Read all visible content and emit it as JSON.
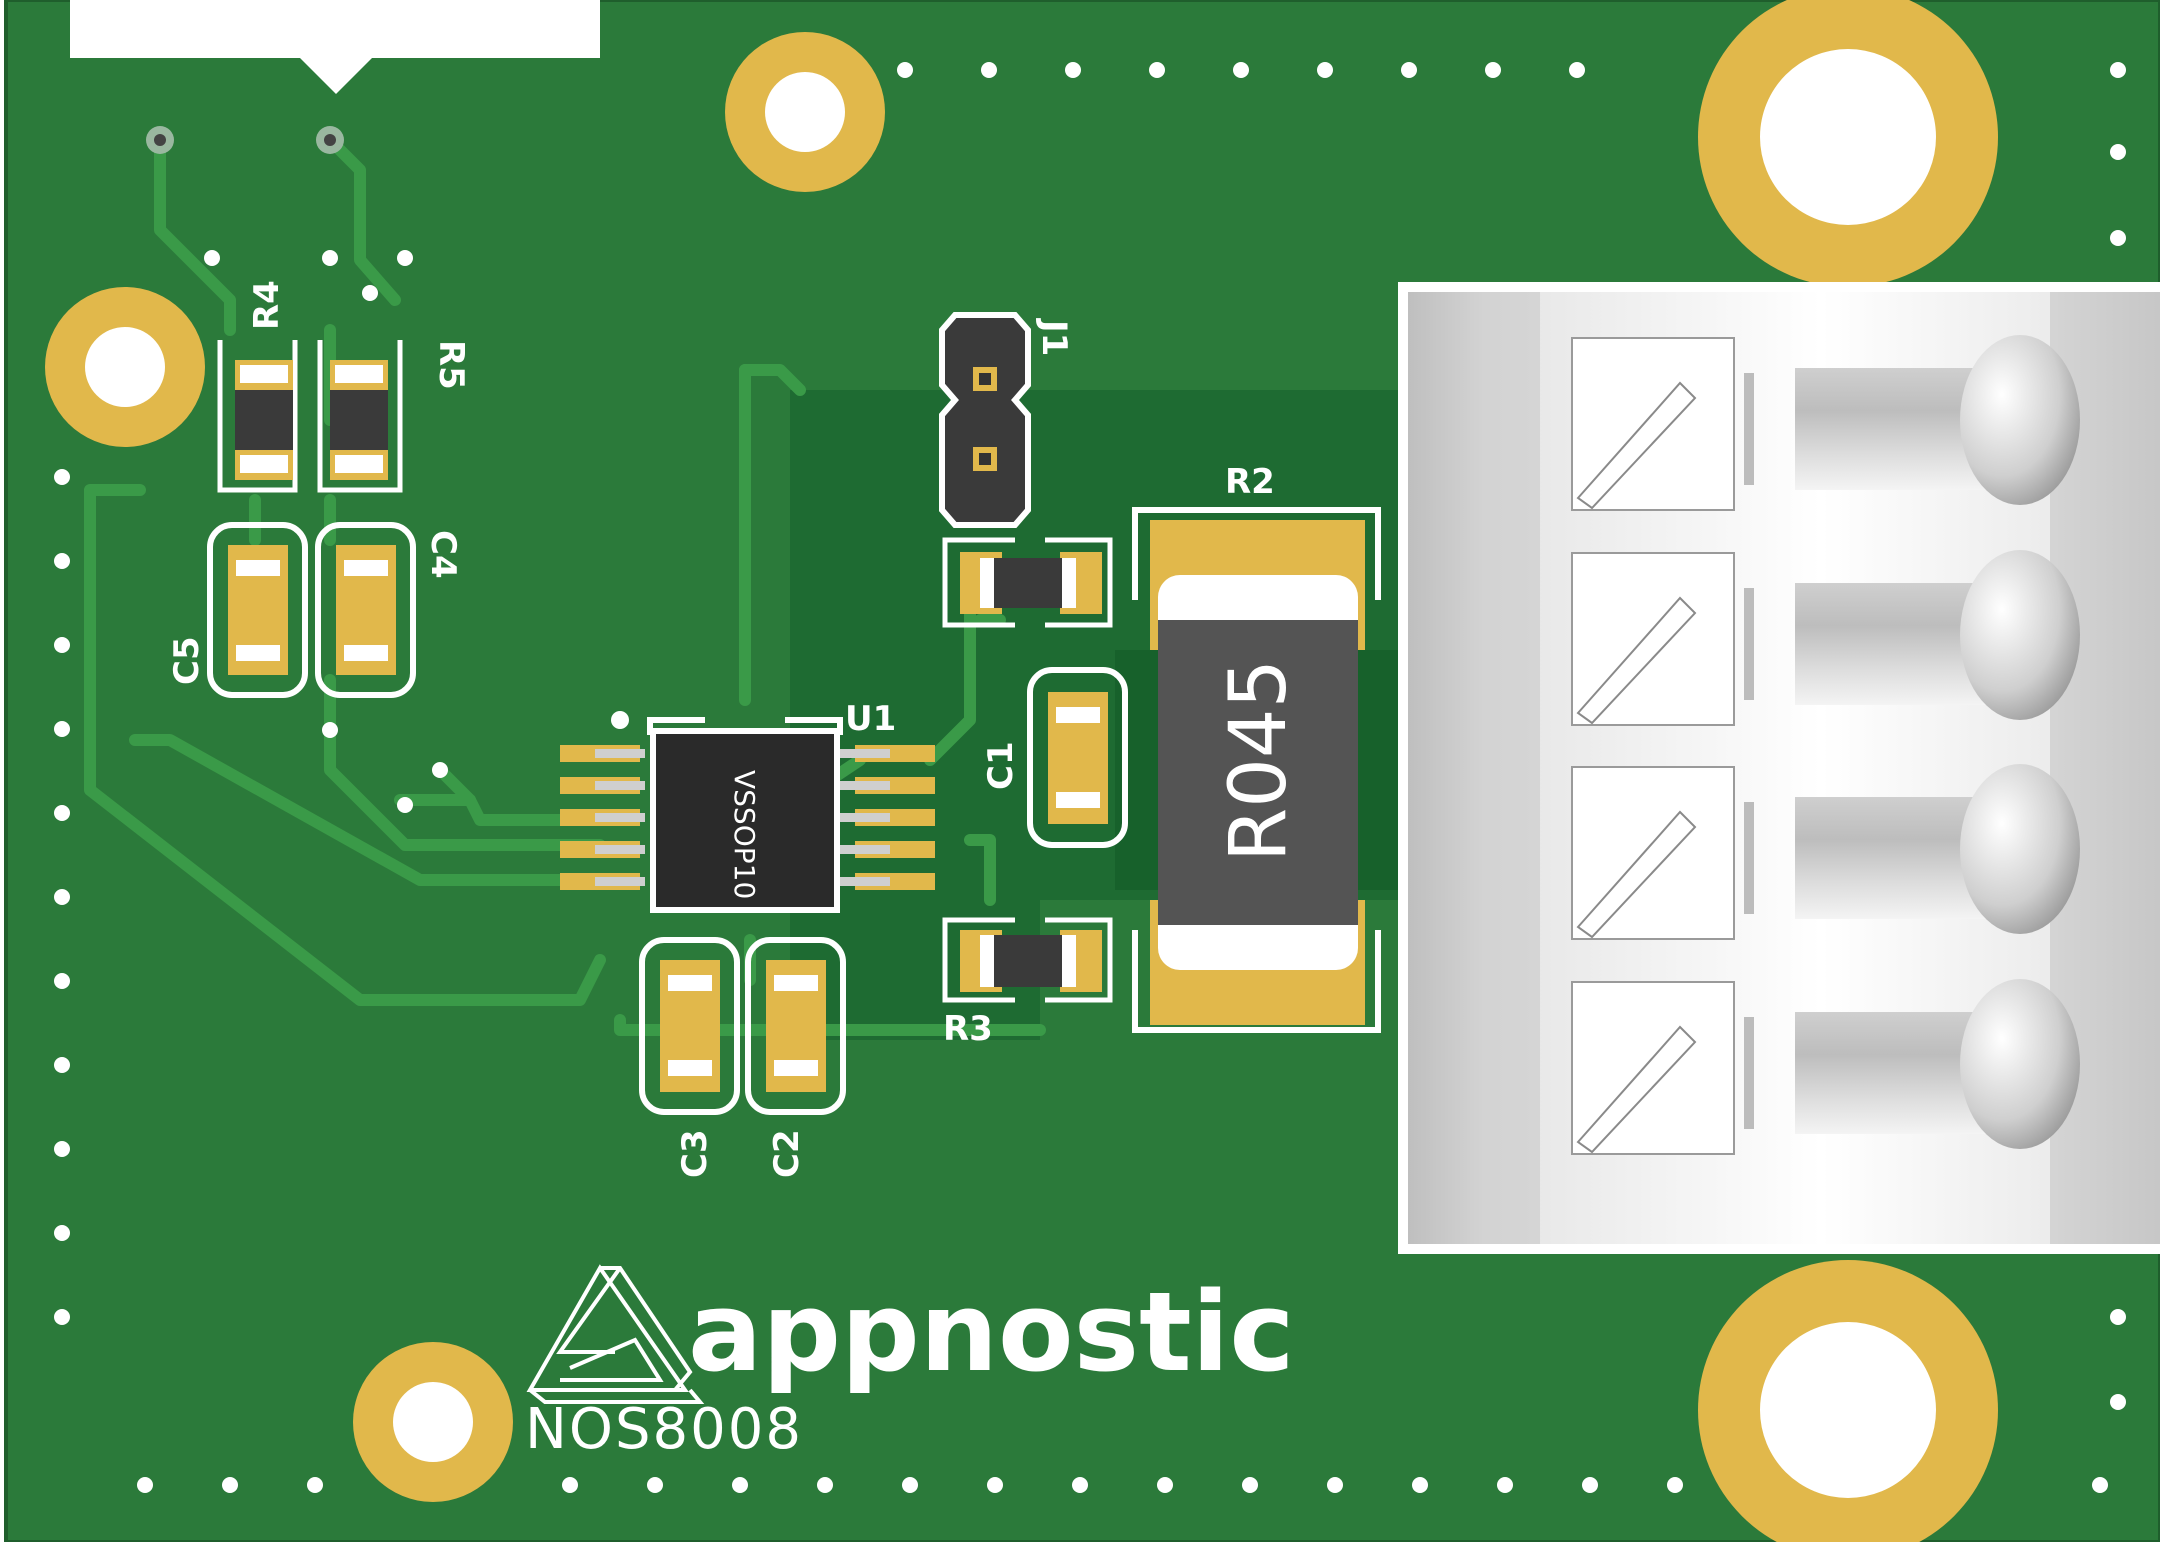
{
  "board": {
    "brand": "appnostic",
    "model": "NOS8008",
    "colors": {
      "solder_mask": "#2b7a3a",
      "copper_plane": "#16692e",
      "trace": "#33913f",
      "silkscreen": "#ffffff",
      "pad_gold": "#e1b84b",
      "ic_body": "#2a2a2a",
      "resistor_body": "#545454",
      "connector": "#d8d8d8"
    }
  },
  "components": {
    "r4": "R4",
    "r5": "R5",
    "c4": "C4",
    "c5": "C5",
    "u1": "U1",
    "u1_marking": "VSSOP10",
    "j1": "J1",
    "r2": "R2",
    "r2_marking": "R045",
    "c1": "C1",
    "r3": "R3",
    "c3": "C3",
    "c2": "C2"
  },
  "icons": {
    "logo": "impossible-triangle-logo"
  }
}
